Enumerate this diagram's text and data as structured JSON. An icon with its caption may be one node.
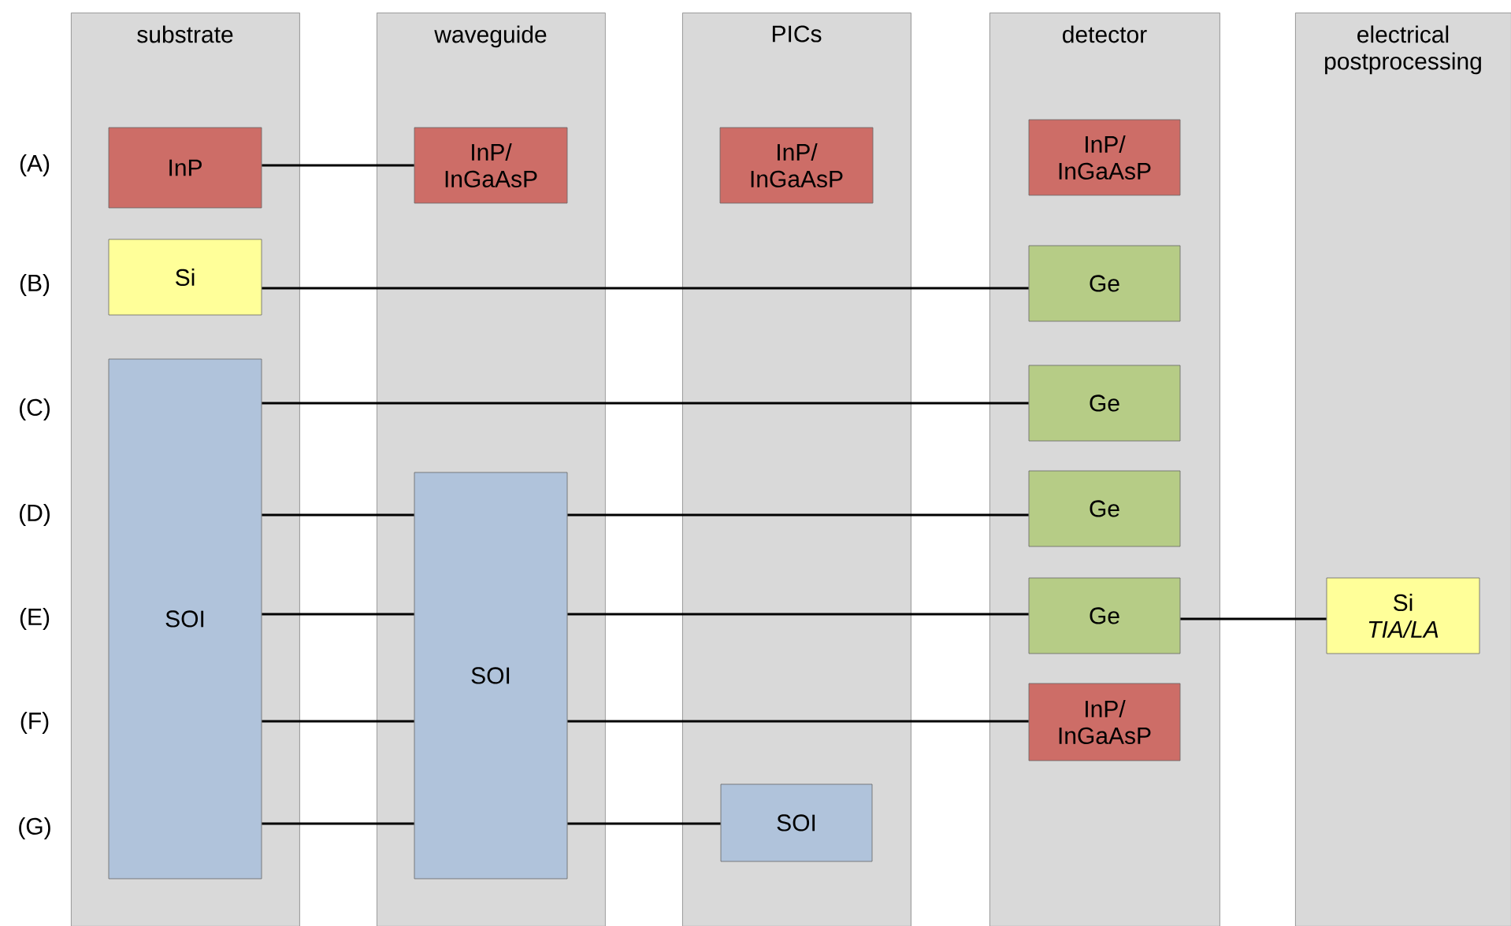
{
  "diagram": {
    "nodes": [
      {
        "text": [
          "substrate"
        ]
      },
      {
        "text": [
          "waveguide"
        ]
      },
      {
        "text": [
          "PICs"
        ]
      },
      {
        "text": [
          "detector"
        ]
      },
      {
        "text": [
          "electrical postprocessing"
        ]
      },
      {
        "text": [
          "InP"
        ],
        "in": 0
      },
      {
        "text": [
          "InP/ InGaAsP"
        ],
        "in": 1
      },
      {
        "text": [
          "InP/ InGaAsP"
        ],
        "in": 2
      },
      {
        "text": [
          "InP/ InGaAsP"
        ],
        "in": 3
      },
      {
        "text": [
          "Si"
        ],
        "in": 0
      },
      {
        "text": [
          "Ge"
        ],
        "in": 3
      },
      {
        "text": [
          "SOI"
        ],
        "in": 0
      },
      {
        "text": [
          "Ge"
        ],
        "in": 3
      },
      {
        "text": [
          "SOI"
        ],
        "in": 1
      },
      {
        "text": [
          "Ge"
        ],
        "in": 3
      },
      {
        "text": [
          "Ge"
        ],
        "in": 3
      },
      {
        "text": [
          "Si",
          "TIA/LA"
        ],
        "in": 4
      },
      {
        "text": [
          "InP/ InGaAsP"
        ],
        "in": 3
      },
      {
        "text": [
          "SOI"
        ],
        "in": 2
      }
    ],
    "edges": [
      {
        "from": 5,
        "to": 6,
        "arrow": "none"
      },
      {
        "from": 9,
        "to": 10,
        "arrow": "none"
      },
      {
        "from": 11,
        "to": 12,
        "arrow": "none"
      },
      {
        "from": 11,
        "to": 13,
        "arrow": "none"
      },
      {
        "from": 13,
        "to": 14,
        "arrow": "none"
      },
      {
        "from": 11,
        "to": 13,
        "arrow": "none"
      },
      {
        "from": 13,
        "to": 15,
        "arrow": "none"
      },
      {
        "from": 15,
        "to": 16,
        "arrow": "none"
      },
      {
        "from": 11,
        "to": 13,
        "arrow": "none"
      },
      {
        "from": 13,
        "to": 17,
        "arrow": "none"
      },
      {
        "from": 11,
        "to": 13,
        "arrow": "none"
      },
      {
        "from": 13,
        "to": 18,
        "arrow": "none"
      }
    ],
    "labels": [
      "(A)",
      "(B)",
      "(C)",
      "(D)",
      "(E)",
      "(F)",
      "(G)"
    ]
  }
}
